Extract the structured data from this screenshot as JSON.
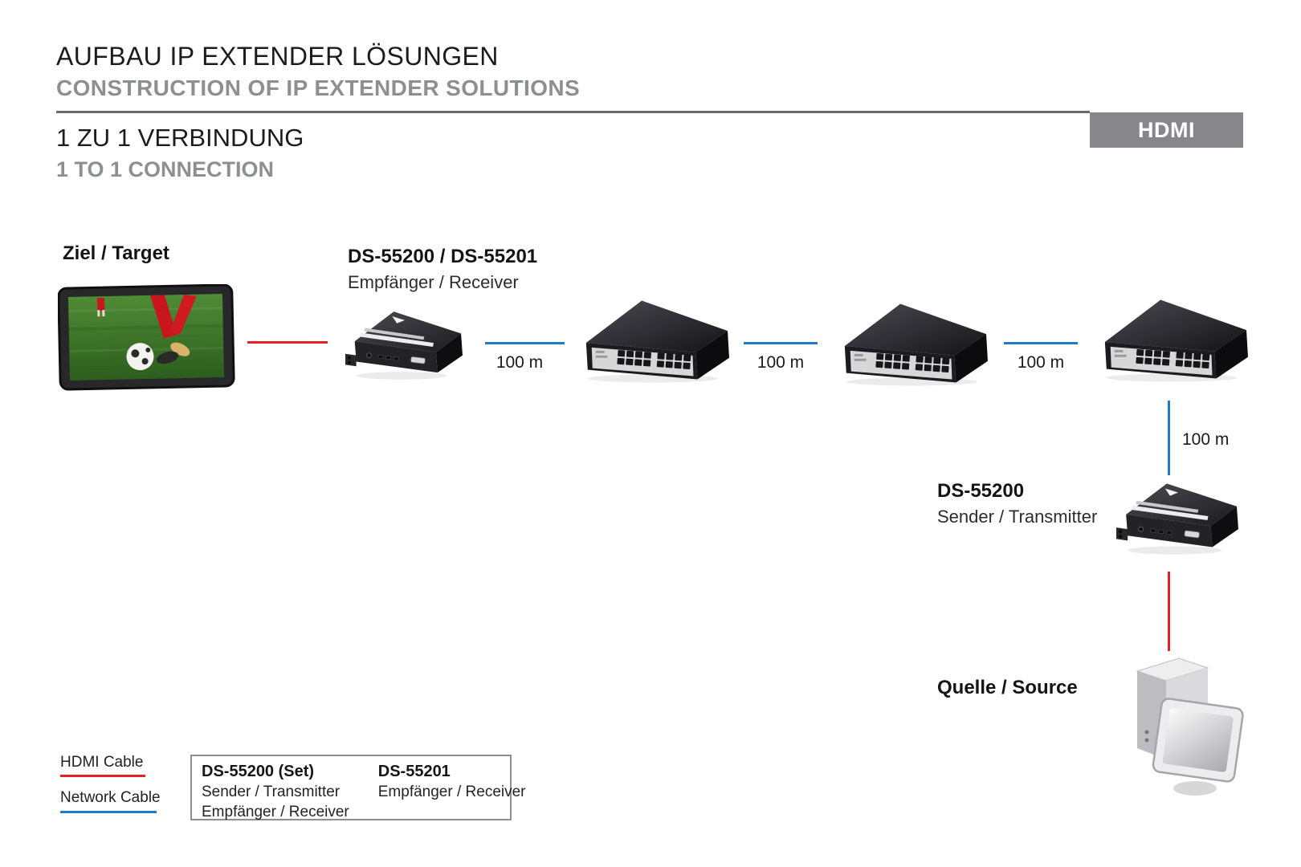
{
  "header": {
    "title_de": "AUFBAU IP EXTENDER LÖSUNGEN",
    "title_en": "CONSTRUCTION OF IP EXTENDER SOLUTIONS",
    "badge": "HDMI",
    "section_de": "1 ZU 1 VERBINDUNG",
    "section_en": "1 TO 1 CONNECTION"
  },
  "diagram": {
    "target": {
      "label": "Ziel / Target"
    },
    "receiver": {
      "model": "DS-55200 / DS-55201",
      "role": "Empfänger / Receiver"
    },
    "sender": {
      "model": "DS-55200",
      "role": "Sender / Transmitter"
    },
    "source": {
      "label": "Quelle / Source"
    },
    "segments": [
      "100 m",
      "100 m",
      "100 m",
      "100 m"
    ]
  },
  "legend": {
    "hdmi_cable_label": "HDMI Cable",
    "network_cable_label": "Network Cable",
    "set_box": {
      "left_title": "DS-55200 (Set)",
      "left_line1": "Sender / Transmitter",
      "left_line2": "Empfänger / Receiver",
      "right_title": "DS-55201",
      "right_line1": "Empfänger / Receiver"
    }
  },
  "colors": {
    "hdmi_cable_red": "#e61e2a",
    "network_cable_blue": "#1e7bc8",
    "badge_gray": "#87868a"
  }
}
